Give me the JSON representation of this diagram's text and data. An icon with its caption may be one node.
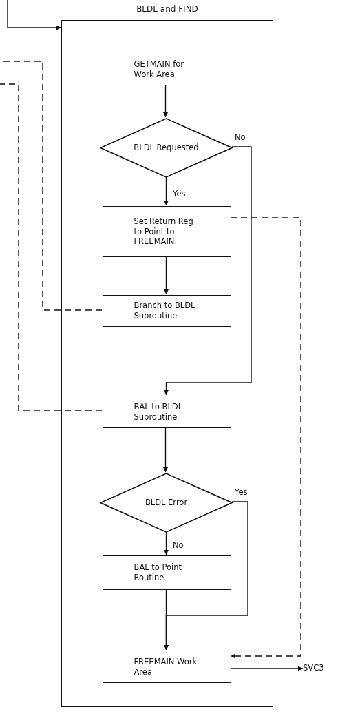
{
  "diagram": {
    "nodes": [
      {
        "text": [
          "BLDL and FIND"
        ]
      },
      {
        "text": [
          "GETMAIN for Work Area"
        ],
        "in": 0
      },
      {
        "text": [
          "BLDL Requested"
        ],
        "in": 0
      },
      {
        "text": [
          "Set Return Reg to Point to FREEMAIN"
        ],
        "in": 0
      },
      {
        "text": [
          "Branch to BLDL Subroutine"
        ],
        "in": 0
      },
      {
        "text": [
          "BAL to BLDL Subroutine"
        ],
        "in": 0
      },
      {
        "text": [
          "BLDL Error"
        ],
        "in": 0
      },
      {
        "text": [
          "BAL to Point Routine"
        ],
        "in": 0
      },
      {
        "text": [
          "FREEMAIN Work Area"
        ],
        "in": 0
      },
      {
        "text": [
          "SVC3"
        ]
      }
    ],
    "edges": [
      {
        "from": null,
        "to": 0,
        "arrow": "to"
      },
      {
        "from": 1,
        "to": 2,
        "arrow": "to"
      },
      {
        "from": 2,
        "to": 3,
        "arrow": "to",
        "label": "Yes"
      },
      {
        "from": 2,
        "to": 5,
        "arrow": "to",
        "label": "No"
      },
      {
        "from": 3,
        "to": 4,
        "arrow": "to"
      },
      {
        "from": 4,
        "to": null,
        "arrow": "none",
        "style": "dashed"
      },
      {
        "from": 5,
        "to": null,
        "arrow": "none",
        "style": "dashed"
      },
      {
        "from": 3,
        "to": 8,
        "arrow": "to",
        "style": "dashed"
      },
      {
        "from": 5,
        "to": 6,
        "arrow": "to"
      },
      {
        "from": 6,
        "to": 7,
        "arrow": "to",
        "label": "No"
      },
      {
        "from": 6,
        "to": 8,
        "arrow": "to",
        "label": "Yes"
      },
      {
        "from": 7,
        "to": 8,
        "arrow": "to"
      },
      {
        "from": 8,
        "to": 9,
        "arrow": "to"
      }
    ]
  }
}
